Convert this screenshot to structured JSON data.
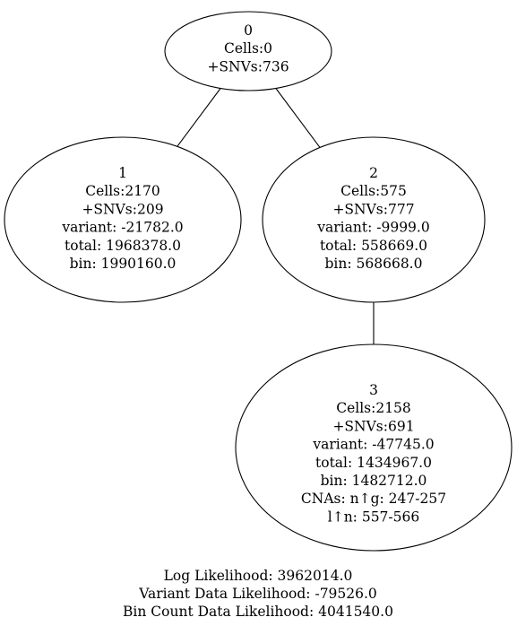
{
  "nodes": [
    {
      "id": "0",
      "lines": [
        "0",
        "Cells:0",
        "+SNVs:736"
      ]
    },
    {
      "id": "1",
      "lines": [
        "1",
        "Cells:2170",
        "+SNVs:209",
        "variant: -21782.0",
        "total: 1968378.0",
        "bin: 1990160.0"
      ]
    },
    {
      "id": "2",
      "lines": [
        "2",
        "Cells:575",
        "+SNVs:777",
        "variant: -9999.0",
        "total: 558669.0",
        "bin: 568668.0"
      ]
    },
    {
      "id": "3",
      "lines": [
        "3",
        "Cells:2158",
        "+SNVs:691",
        "variant: -47745.0",
        "total: 1434967.0",
        "bin: 1482712.0",
        "CNAs: n↑g: 247-257",
        "l↑n: 557-566"
      ]
    }
  ],
  "edges": [
    {
      "from": "0",
      "to": "1"
    },
    {
      "from": "0",
      "to": "2"
    },
    {
      "from": "2",
      "to": "3"
    }
  ],
  "footer": {
    "log_likelihood": "Log Likelihood: 3962014.0",
    "variant_likelihood": "Variant Data Likelihood: -79526.0",
    "bin_count_likelihood": "Bin Count Data Likelihood: 4041540.0"
  }
}
